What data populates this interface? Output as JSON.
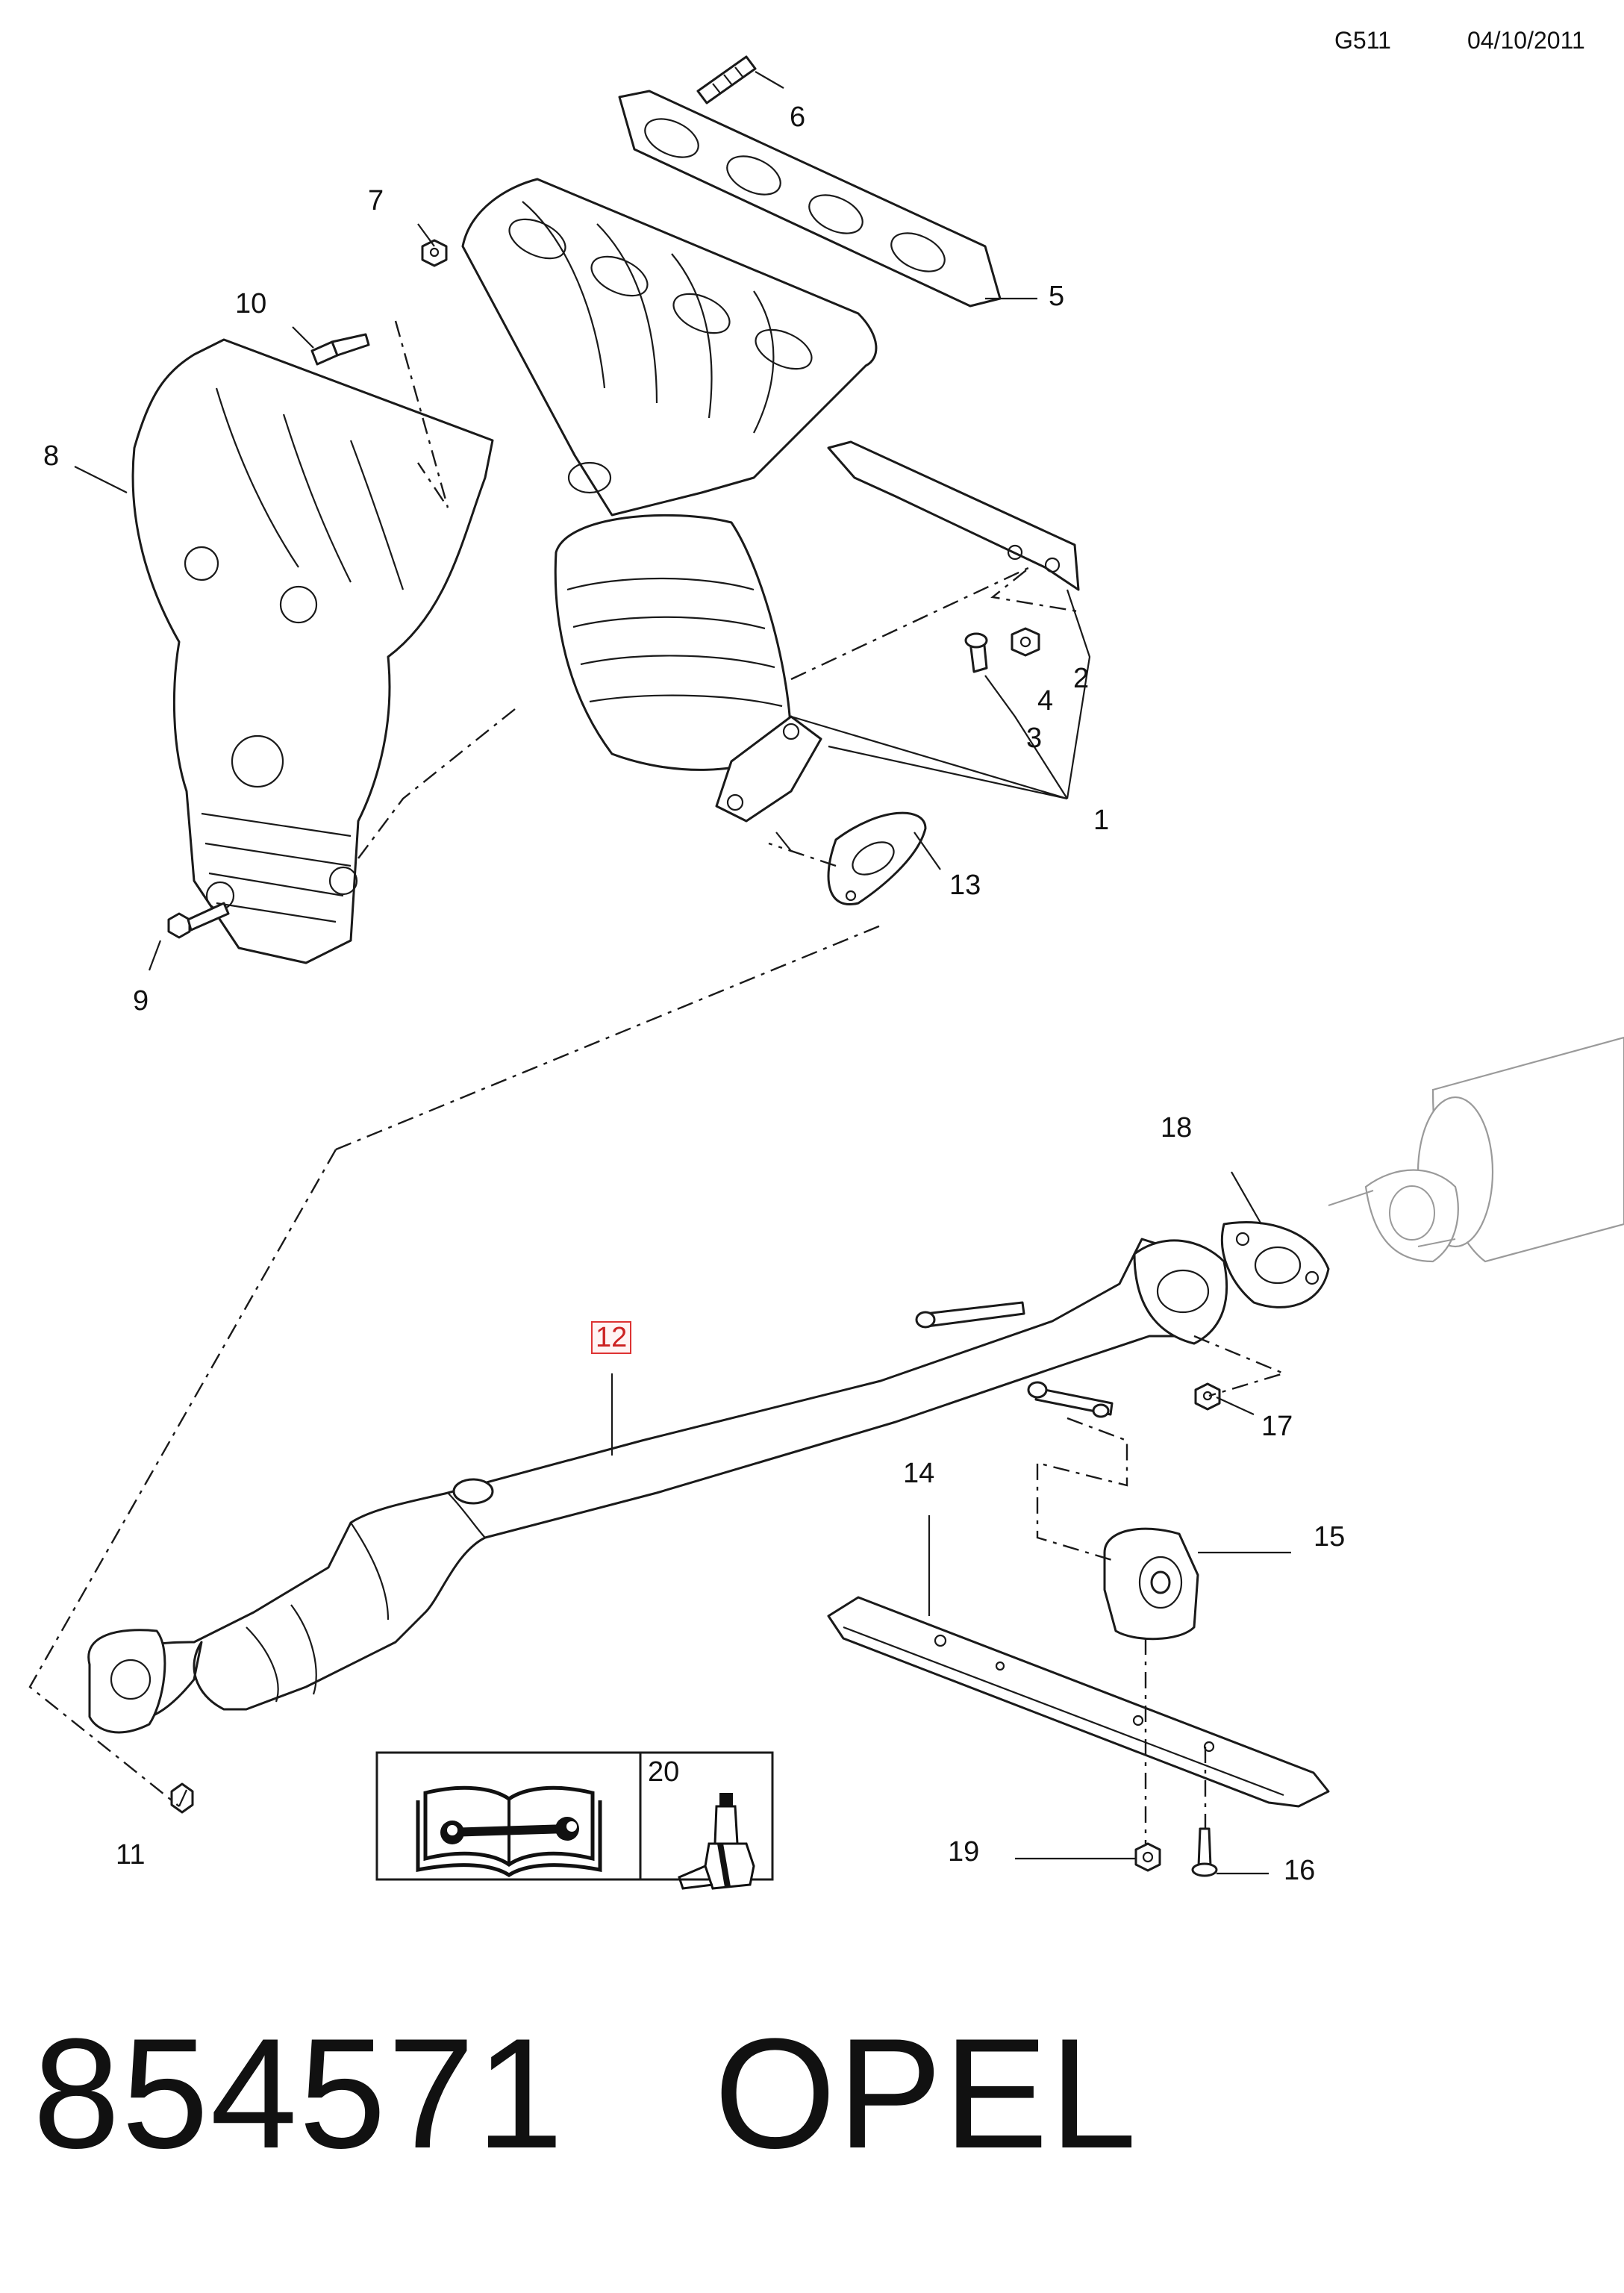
{
  "header": {
    "code": "G511",
    "date": "04/10/2011"
  },
  "parts": [
    {
      "num": "1"
    },
    {
      "num": "2"
    },
    {
      "num": "3"
    },
    {
      "num": "4"
    },
    {
      "num": "5"
    },
    {
      "num": "6"
    },
    {
      "num": "7"
    },
    {
      "num": "8"
    },
    {
      "num": "9"
    },
    {
      "num": "10"
    },
    {
      "num": "11"
    },
    {
      "num": "12",
      "highlighted": true
    },
    {
      "num": "13"
    },
    {
      "num": "14"
    },
    {
      "num": "15"
    },
    {
      "num": "16"
    },
    {
      "num": "17"
    },
    {
      "num": "18"
    },
    {
      "num": "19"
    },
    {
      "num": "20"
    }
  ],
  "footer": {
    "part_number": "854571",
    "brand": "OPEL"
  },
  "colors": {
    "highlight_border": "#dd3333",
    "highlight_text": "#cc2222",
    "ink": "#1a1a1a"
  },
  "icons": [
    "service-manual-book-icon",
    "sealant-tube-icon"
  ]
}
